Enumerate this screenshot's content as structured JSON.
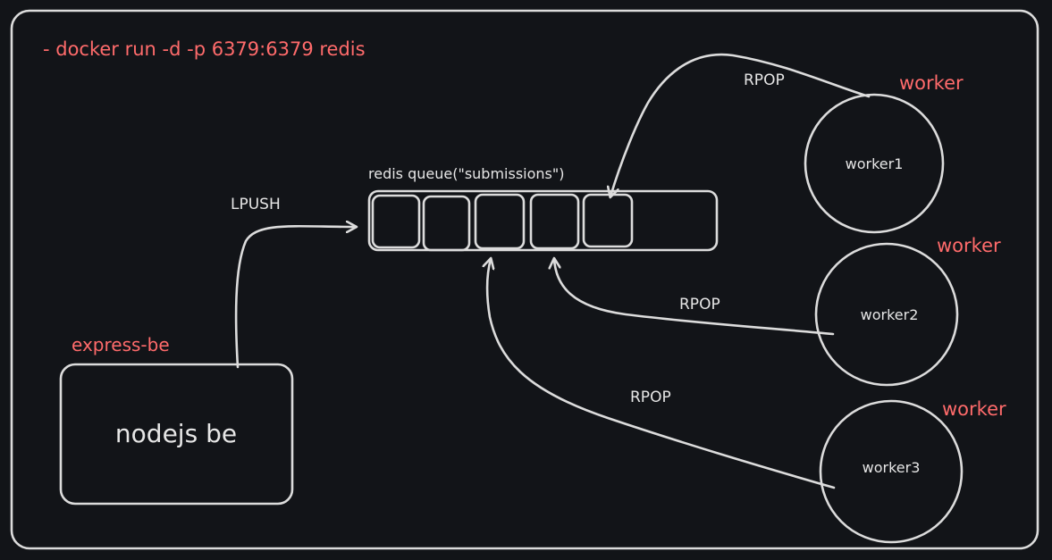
{
  "command": "- docker run -d -p 6379:6379 redis",
  "colors": {
    "background": "#121418",
    "stroke": "#dcdcdc",
    "accent": "#ff6b6b",
    "text": "#e6e6e6"
  },
  "backend": {
    "group_label": "express-be",
    "box_label": "nodejs be"
  },
  "queue": {
    "label": "redis queue(\"submissions\")",
    "slot_count": 5
  },
  "edges": {
    "push_label": "LPUSH",
    "pop_label": "RPOP"
  },
  "workers": [
    {
      "group_label": "worker",
      "name": "worker1"
    },
    {
      "group_label": "worker",
      "name": "worker2"
    },
    {
      "group_label": "worker",
      "name": "worker3"
    }
  ]
}
